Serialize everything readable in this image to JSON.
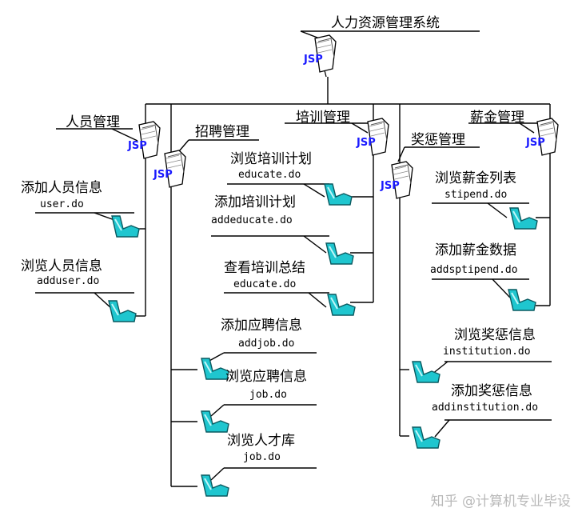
{
  "diagram": {
    "root": {
      "label": "人力资源管理系统"
    },
    "modules": {
      "personnel": {
        "label": "人员管理",
        "actions": [
          {
            "label": "添加人员信息",
            "file": "user.do"
          },
          {
            "label": "浏览人员信息",
            "file": "adduser.do"
          }
        ]
      },
      "recruit": {
        "label": "招聘管理",
        "actions": [
          {
            "label": "添加应聘信息",
            "file": "addjob.do"
          },
          {
            "label": "浏览应聘信息",
            "file": "job.do"
          },
          {
            "label": "浏览人才库",
            "file": "job.do"
          }
        ]
      },
      "training": {
        "label": "培训管理",
        "actions": [
          {
            "label": "浏览培训计划",
            "file": "educate.do"
          },
          {
            "label": "添加培训计划",
            "file": "addeducate.do"
          },
          {
            "label": "查看培训总结",
            "file": "educate.do"
          }
        ]
      },
      "reward": {
        "label": "奖惩管理",
        "actions": [
          {
            "label": "浏览奖惩信息",
            "file": "institution.do"
          },
          {
            "label": "添加奖惩信息",
            "file": "addinstitution.do"
          }
        ]
      },
      "salary": {
        "label": "薪金管理",
        "actions": [
          {
            "label": "浏览薪金列表",
            "file": "stipend.do"
          },
          {
            "label": "添加薪金数据",
            "file": "addsptipend.do"
          }
        ]
      }
    },
    "jsp_icon_text": "JSP"
  },
  "watermark": "知乎 @计算机专业毕设",
  "colors": {
    "line": "#000000",
    "jsp_text": "#1a1aff",
    "action_fill": "#1fc6cf",
    "action_stroke": "#0a5a60"
  }
}
